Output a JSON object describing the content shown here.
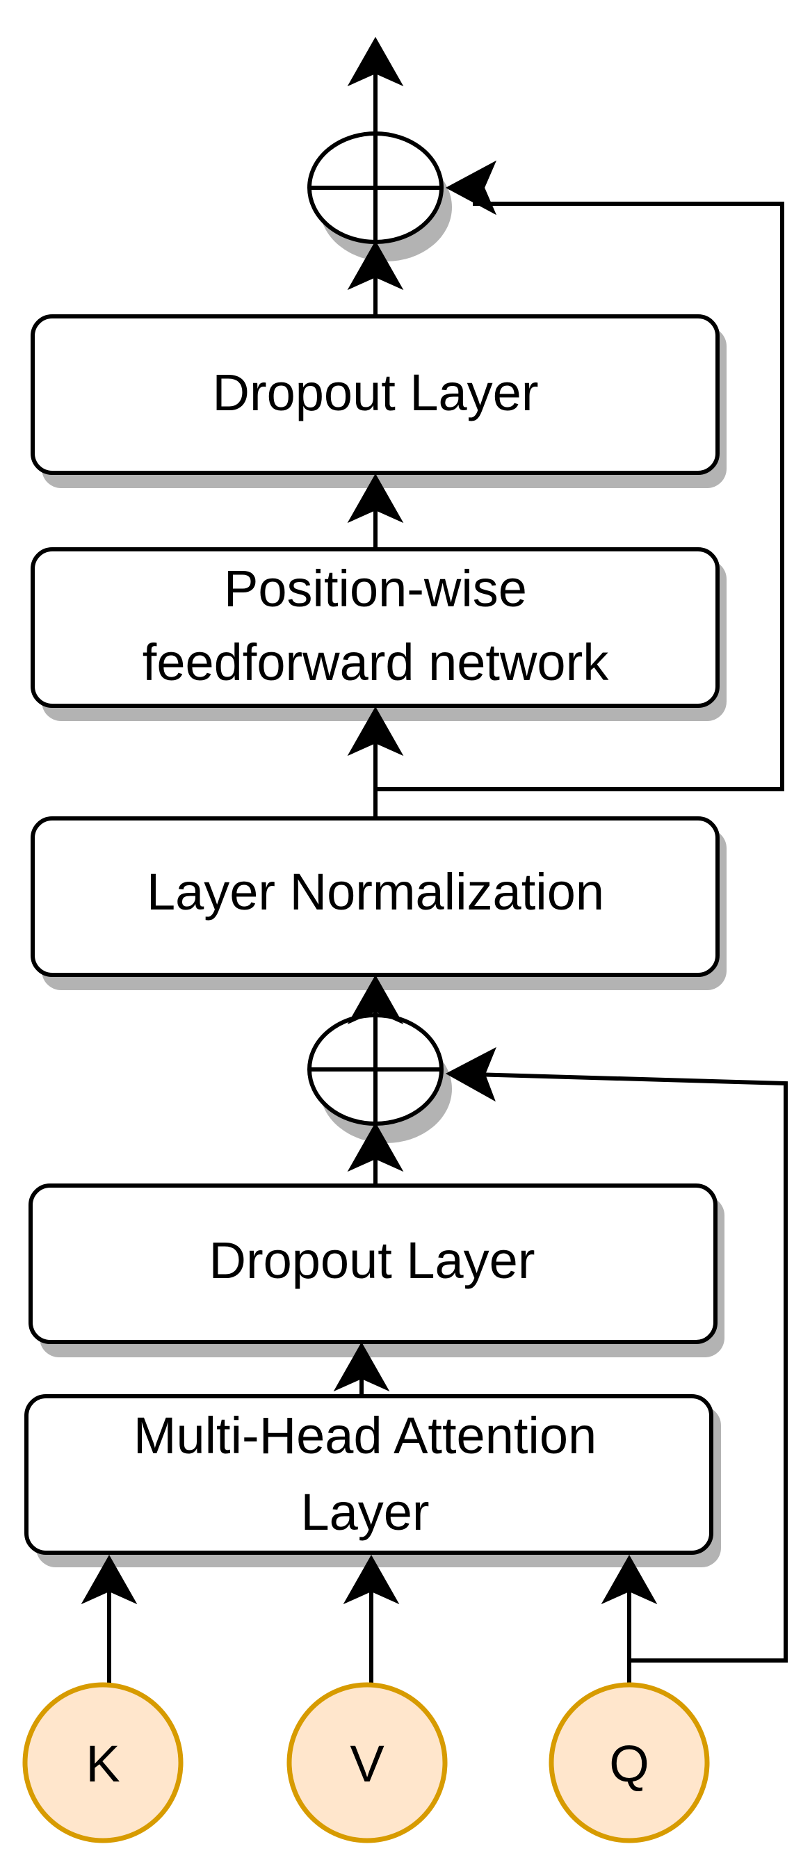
{
  "diagram": {
    "blocks": {
      "dropout_top": {
        "label": "Dropout Layer"
      },
      "ffn": {
        "line1": "Position-wise",
        "line2": "feedforward network"
      },
      "layer_norm": {
        "label": "Layer Normalization"
      },
      "dropout_bottom": {
        "label": "Dropout Layer"
      },
      "mha": {
        "line1": "Multi-Head Attention",
        "line2": "Layer"
      }
    },
    "inputs": {
      "k": "K",
      "v": "V",
      "q": "Q"
    },
    "colors": {
      "input_fill": "#ffe6cc",
      "input_stroke": "#d79b00",
      "box_stroke": "#000000",
      "shadow": "#b3b3b3"
    }
  }
}
